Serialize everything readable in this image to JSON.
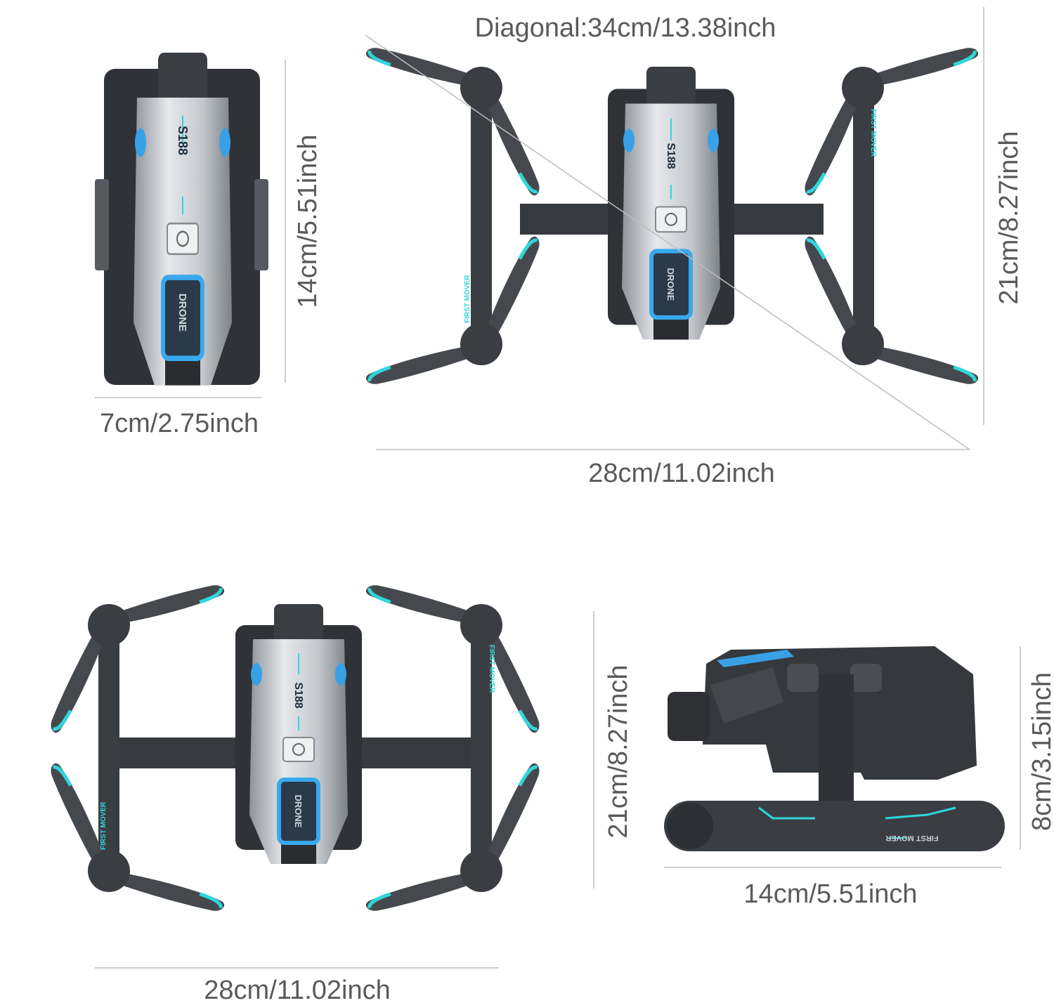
{
  "dimensions": {
    "folded_height": "14cm/5.51inch",
    "folded_width": "7cm/2.75inch",
    "diagonal": "Diagonal:34cm/13.38inch",
    "unfolded_width_top": "28cm/11.02inch",
    "unfolded_height_top": "21cm/8.27inch",
    "unfolded_width_bottom": "28cm/11.02inch",
    "unfolded_height_bottom": "21cm/8.27inch",
    "side_length": "14cm/5.51inch",
    "side_height": "8cm/3.15inch"
  },
  "product": {
    "model": "S188",
    "label": "DRONE",
    "arm_text": "FIRST MOVER"
  },
  "colors": {
    "accent": "#2fd6dc",
    "body_dark": "#3a3d42",
    "body_silver": "#c9cdd2",
    "light_blue": "#3aa0e6"
  }
}
